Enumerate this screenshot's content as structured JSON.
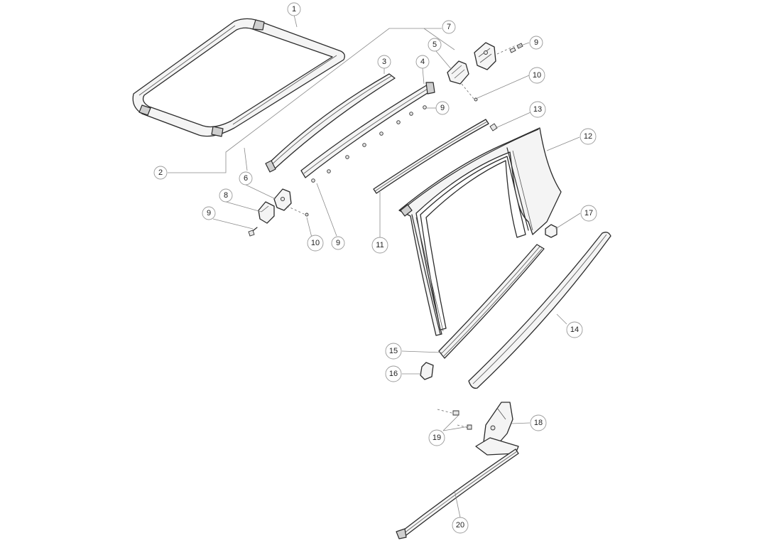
{
  "diagram": {
    "callouts": [
      "1",
      "2",
      "3",
      "4",
      "5",
      "6",
      "7",
      "8",
      "9",
      "9",
      "9",
      "9",
      "10",
      "10",
      "11",
      "12",
      "13",
      "14",
      "15",
      "16",
      "17",
      "18",
      "19",
      "20"
    ]
  }
}
